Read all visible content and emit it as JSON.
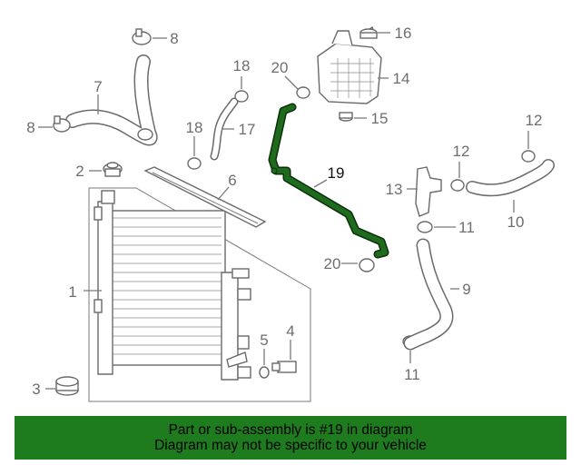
{
  "diagram": {
    "callouts": {
      "c1": "1",
      "c2": "2",
      "c3": "3",
      "c4": "4",
      "c5": "5",
      "c6": "6",
      "c7": "7",
      "c8a": "8",
      "c8b": "8",
      "c9": "9",
      "c10": "10",
      "c11a": "11",
      "c11b": "11",
      "c12a": "12",
      "c12b": "12",
      "c13": "13",
      "c14": "14",
      "c15": "15",
      "c16": "16",
      "c17": "17",
      "c18a": "18",
      "c18b": "18",
      "c19": "19",
      "c20a": "20",
      "c20b": "20"
    },
    "highlight_part": "19",
    "colors": {
      "highlight_fill": "#1e6b1e",
      "outline": "#6a6a6a",
      "banner_bg": "#1e7b1e",
      "banner_text": "#000000"
    }
  },
  "banner": {
    "line1": "Part or sub-assembly is #19 in diagram",
    "line2": "Diagram may not be specific to your vehicle"
  }
}
